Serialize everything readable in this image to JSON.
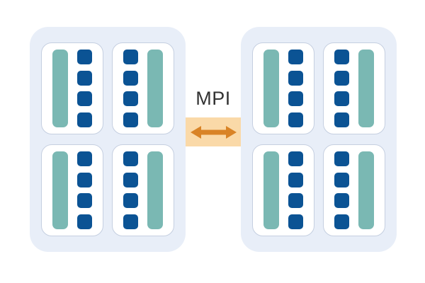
{
  "diagram": {
    "title": "MPI distributed memory node diagram",
    "background_color": "#ffffff",
    "link": {
      "label": "MPI",
      "label_color": "#333333",
      "arrow_icon": "double-headed-arrow-icon",
      "arrow_color": "#d98326",
      "box_color": "#fad9a8"
    },
    "palette": {
      "panel_bg": "#e8eef8",
      "card_bg": "#ffffff",
      "card_border": "#c5cfe0",
      "memory_bar": "#7ab8b3",
      "core_square": "#0b5394"
    },
    "nodes": [
      {
        "name": "node-left",
        "cards": [
          {
            "name": "socket-top-left",
            "layout": "memory-left",
            "memory_bars": 1,
            "cores": 4
          },
          {
            "name": "socket-top-right",
            "layout": "memory-right",
            "memory_bars": 1,
            "cores": 4
          },
          {
            "name": "socket-bottom-left",
            "layout": "memory-left",
            "memory_bars": 1,
            "cores": 4
          },
          {
            "name": "socket-bottom-right",
            "layout": "memory-right",
            "memory_bars": 1,
            "cores": 4
          }
        ]
      },
      {
        "name": "node-right",
        "cards": [
          {
            "name": "socket-top-left",
            "layout": "memory-left",
            "memory_bars": 1,
            "cores": 4
          },
          {
            "name": "socket-top-right",
            "layout": "memory-right",
            "memory_bars": 1,
            "cores": 4
          },
          {
            "name": "socket-bottom-left",
            "layout": "memory-left",
            "memory_bars": 1,
            "cores": 4
          },
          {
            "name": "socket-bottom-right",
            "layout": "memory-right",
            "memory_bars": 1,
            "cores": 4
          }
        ]
      }
    ]
  }
}
